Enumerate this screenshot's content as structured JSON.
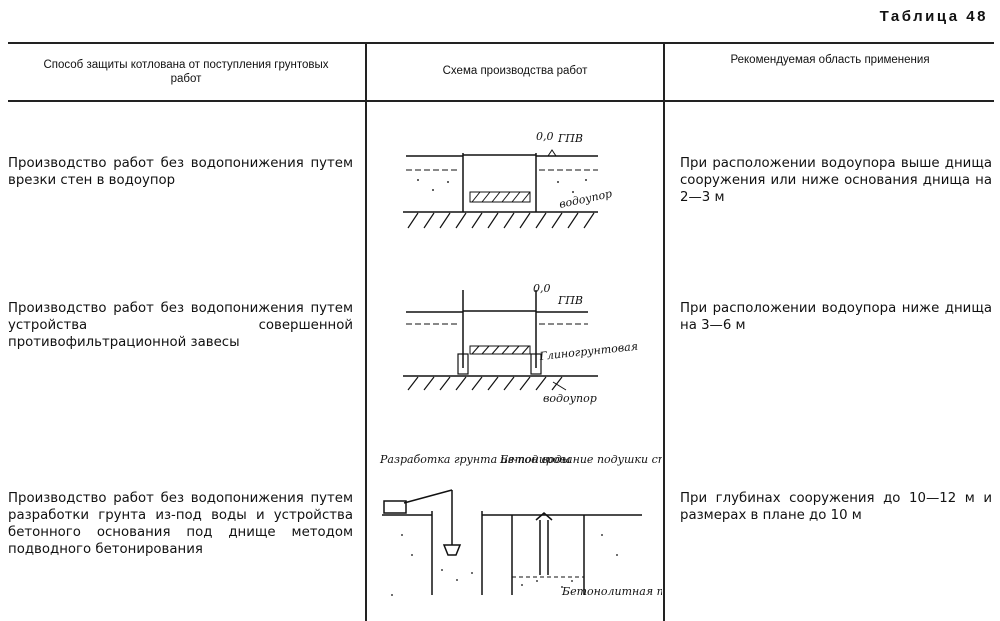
{
  "table_title": "Таблица 48",
  "header": {
    "col1": "Способ защиты котлована от поступления грунтовых работ",
    "col2": "Схема производства работ",
    "col3": "Рекомендуемая область применения"
  },
  "rows": [
    {
      "method": "Производство работ без водопонижения путем врезки стен в водоупор",
      "scheme_labels": [
        "0,0",
        "ГПВ",
        "водоупор"
      ],
      "application": "При расположении водоупора выше днища сооружения или ниже основания днища на 2—3 м"
    },
    {
      "method": "Производство работ без водопонижения путем устройства совершенной противофильтрационной завесы",
      "scheme_labels": [
        "0,0",
        "ГПВ",
        "Глиногрунтовая завеса",
        "водоупор"
      ],
      "application": "При расположении водоупора ниже днища на 3—6 м"
    },
    {
      "method": "Производство работ без водопонижения путем разработки грунта из-под воды и устройства бетонного основания под днище методом подводного бетонирования",
      "scheme_labels": [
        "Разработка грунта из-под воды",
        "Бетонирование подушки способом подводного бетонирования",
        "Бетонолитная труба"
      ],
      "application": "При глубинах сооружения до 10—12 м и размерах в плане до 10 м"
    }
  ]
}
